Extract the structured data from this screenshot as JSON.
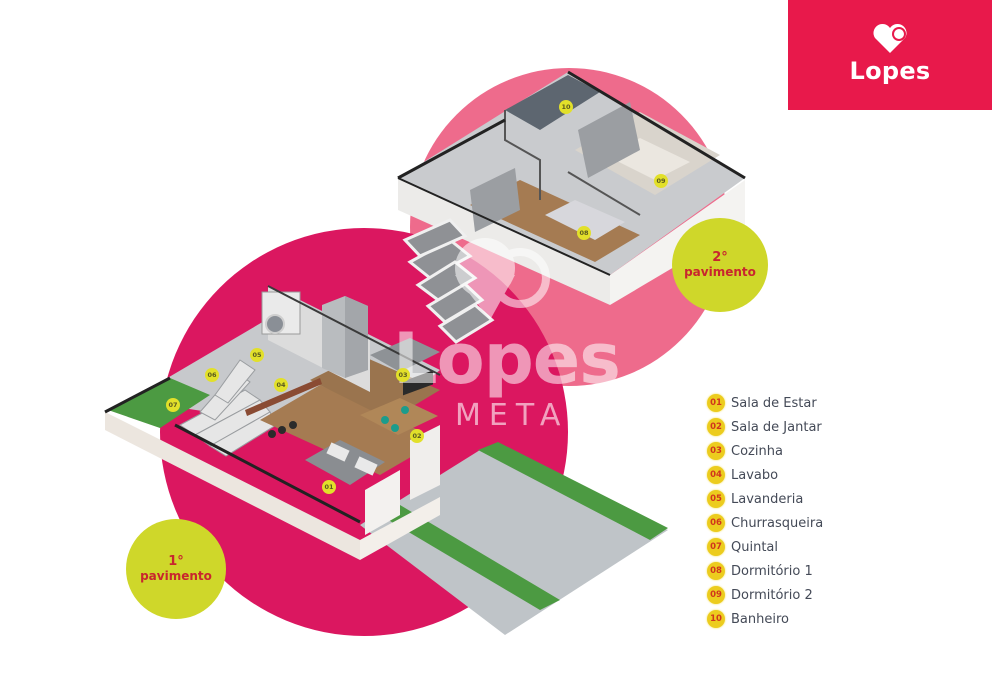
{
  "brand": {
    "name": "Lopes",
    "color": "#e8194b"
  },
  "watermark": {
    "text": "Lopes",
    "subtext": "META"
  },
  "floors": [
    {
      "id": "upper",
      "number": "2°",
      "label": "pavimento"
    },
    {
      "id": "lower",
      "number": "1°",
      "label": "pavimento"
    }
  ],
  "room_tags": {
    "upper": [
      "10",
      "09",
      "08"
    ],
    "lower": [
      "05",
      "06",
      "04",
      "07",
      "03",
      "02",
      "01"
    ]
  },
  "legend": {
    "items": [
      {
        "num": "01",
        "label": "Sala de Estar"
      },
      {
        "num": "02",
        "label": "Sala de Jantar"
      },
      {
        "num": "03",
        "label": "Cozinha"
      },
      {
        "num": "04",
        "label": "Lavabo"
      },
      {
        "num": "05",
        "label": "Lavanderia"
      },
      {
        "num": "06",
        "label": "Churrasqueira"
      },
      {
        "num": "07",
        "label": "Quintal"
      },
      {
        "num": "08",
        "label": "Dormitório 1"
      },
      {
        "num": "09",
        "label": "Dormitório 2"
      },
      {
        "num": "10",
        "label": "Banheiro"
      }
    ]
  },
  "colors": {
    "upper_disc": "#ee6b8c",
    "lower_disc": "#db1760",
    "floor_badge": "#cfd72a",
    "floor_badge_text": "#c8262e",
    "legend_badge": "#eccc1e",
    "legend_text": "#444a57"
  }
}
